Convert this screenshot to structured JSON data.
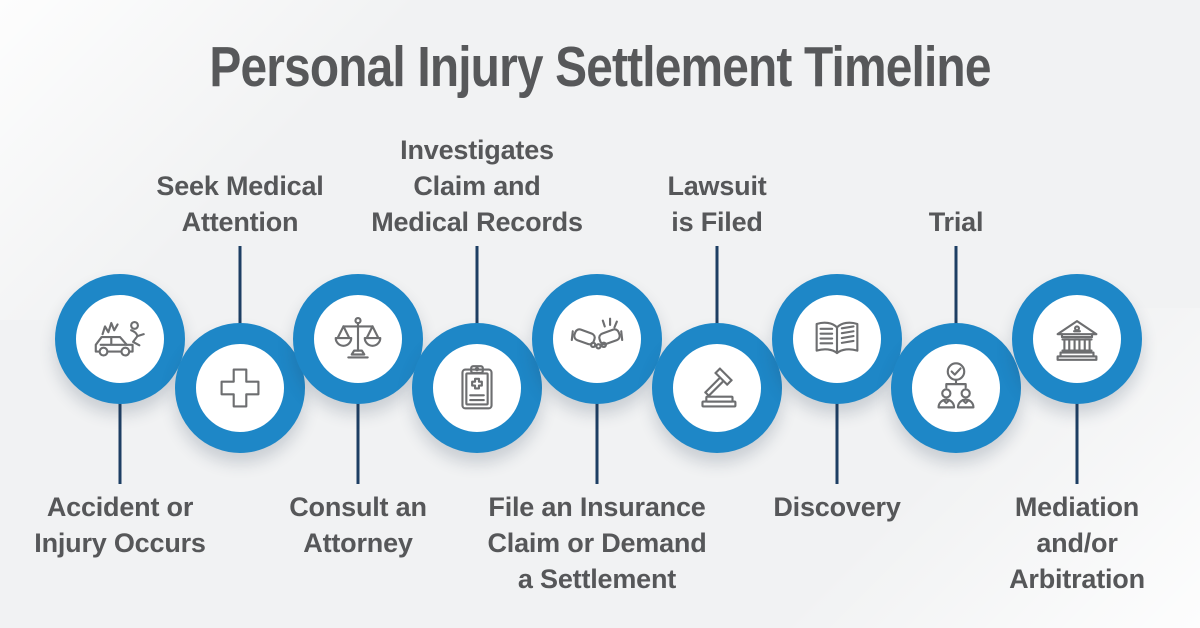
{
  "title": "Personal Injury Settlement Timeline",
  "colors": {
    "background": "#f1f2f3",
    "ring_blue": "#1e87c7",
    "connector_navy": "#1d3e63",
    "text_gray": "#565759",
    "icon_gray": "#6d6e70",
    "title_gray": "#57585a"
  },
  "steps": [
    {
      "id": 1,
      "icon": "car-crash-icon",
      "label": "Accident or Injury Occurs",
      "lines": [
        "Accident or",
        "Injury Occurs"
      ],
      "label_position": "below"
    },
    {
      "id": 2,
      "icon": "medical-cross-icon",
      "label": "Seek Medical Attention",
      "lines": [
        "Seek Medical",
        "Attention"
      ],
      "label_position": "above"
    },
    {
      "id": 3,
      "icon": "scales-of-justice-icon",
      "label": "Consult an Attorney",
      "lines": [
        "Consult an",
        "Attorney"
      ],
      "label_position": "below"
    },
    {
      "id": 4,
      "icon": "medical-records-clipboard-icon",
      "label": "Investigates Claim and Medical Records",
      "lines": [
        "Investigates",
        "Claim and",
        "Medical Records"
      ],
      "label_position": "above"
    },
    {
      "id": 5,
      "icon": "handshake-icon",
      "label": "File an Insurance Claim or Demand a Settlement",
      "lines": [
        "File an Insurance",
        "Claim or Demand",
        "a Settlement"
      ],
      "label_position": "below"
    },
    {
      "id": 6,
      "icon": "gavel-icon",
      "label": "Lawsuit is Filed",
      "lines": [
        "Lawsuit",
        "is Filed"
      ],
      "label_position": "above"
    },
    {
      "id": 7,
      "icon": "open-book-icon",
      "label": "Discovery",
      "lines": [
        "Discovery"
      ],
      "label_position": "below"
    },
    {
      "id": 8,
      "icon": "trial-verdict-icon",
      "label": "Trial",
      "lines": [
        "Trial"
      ],
      "label_position": "above"
    },
    {
      "id": 9,
      "icon": "courthouse-icon",
      "label": "Mediation and/or Arbitration",
      "lines": [
        "Mediation",
        "and/or",
        "Arbitration"
      ],
      "label_position": "below"
    }
  ]
}
